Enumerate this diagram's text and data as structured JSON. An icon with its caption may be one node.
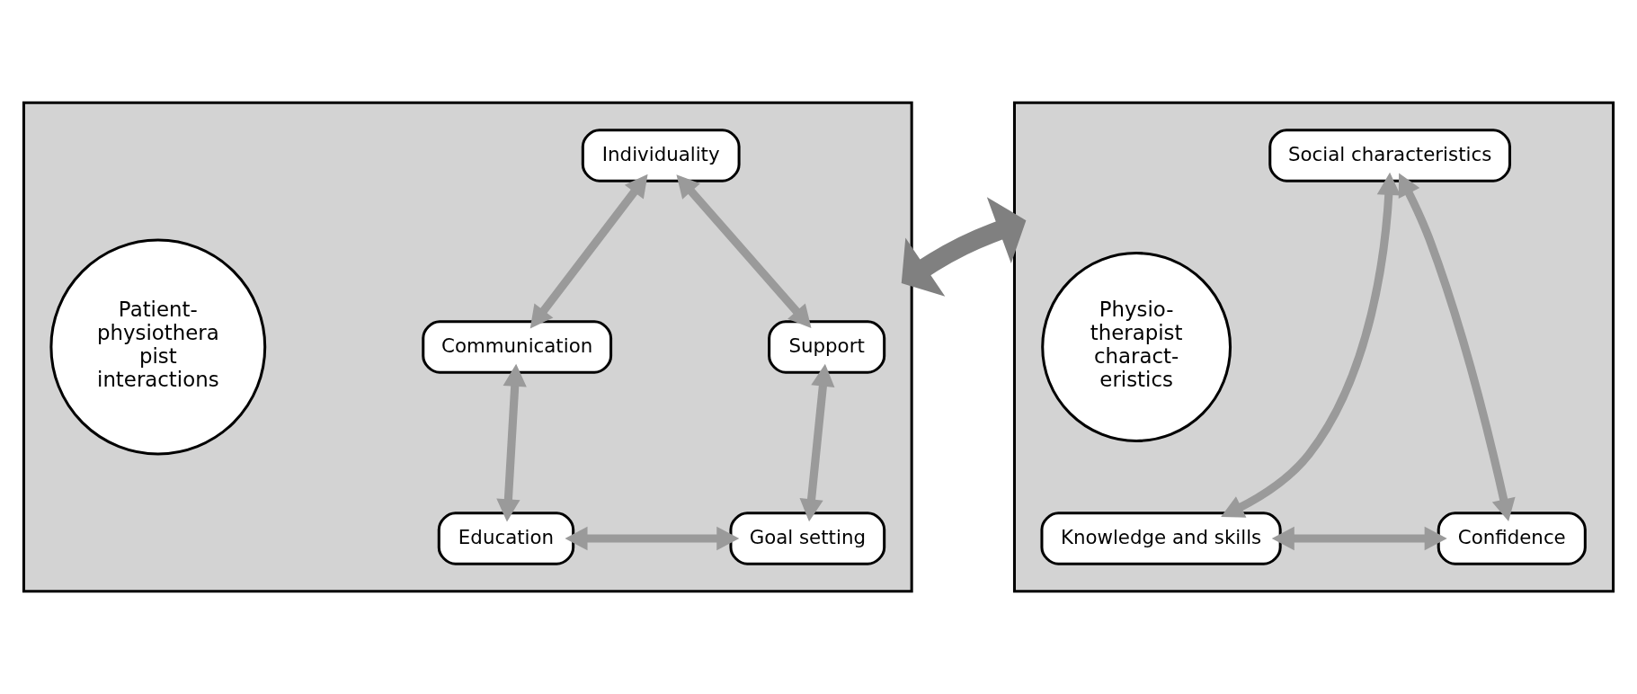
{
  "diagram": {
    "nodes": [
      {
        "text": [],
        "shape": "box"
      },
      {
        "text": [
          "Individuality"
        ],
        "in": 0
      },
      {
        "text": [
          "Communication"
        ],
        "in": 0
      },
      {
        "text": [
          "Patient- physiothera pist interactions"
        ],
        "in": 0
      },
      {
        "text": [
          "Support"
        ],
        "in": 0
      },
      {
        "text": [
          "Education"
        ],
        "in": 0
      },
      {
        "text": [
          "Goal setting"
        ],
        "in": 0
      },
      {
        "text": [],
        "shape": "box"
      },
      {
        "text": [
          "Social characteristics"
        ],
        "in": 7
      },
      {
        "text": [
          "Physio- therapist charact- eristics"
        ],
        "in": 7
      },
      {
        "text": [
          "Knowledge and skills"
        ],
        "in": 7
      },
      {
        "text": [
          "Confidence"
        ],
        "in": 7
      }
    ],
    "edges": [
      {
        "from": 2,
        "to": 1,
        "arrow": "both"
      },
      {
        "from": 1,
        "to": 4,
        "arrow": "both"
      },
      {
        "from": 2,
        "to": 5,
        "arrow": "both"
      },
      {
        "from": 4,
        "to": 6,
        "arrow": "both"
      },
      {
        "from": 5,
        "to": 6,
        "arrow": "both"
      },
      {
        "from": 8,
        "to": 10,
        "arrow": "both"
      },
      {
        "from": 8,
        "to": 11,
        "arrow": "both"
      },
      {
        "from": 10,
        "to": 11,
        "arrow": "both"
      },
      {
        "from": 0,
        "to": 7,
        "arrow": "both",
        "style": "thick",
        "color": "#808080"
      }
    ]
  }
}
